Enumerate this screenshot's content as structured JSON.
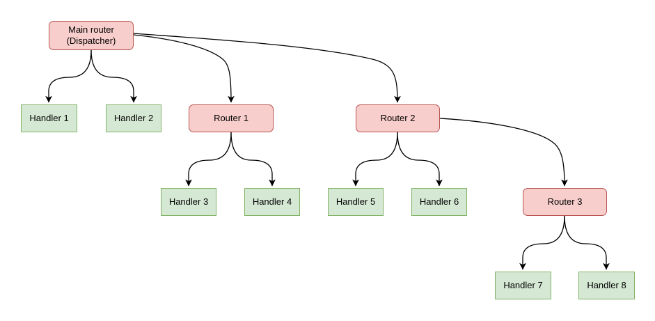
{
  "diagram": {
    "nodes": [
      {
        "id": "main-router",
        "label": "Main router\n(Dispatcher)",
        "type": "router"
      },
      {
        "id": "handler-1",
        "label": "Handler 1",
        "type": "handler"
      },
      {
        "id": "handler-2",
        "label": "Handler 2",
        "type": "handler"
      },
      {
        "id": "router-1",
        "label": "Router 1",
        "type": "router"
      },
      {
        "id": "router-2",
        "label": "Router 2",
        "type": "router"
      },
      {
        "id": "handler-3",
        "label": "Handler 3",
        "type": "handler"
      },
      {
        "id": "handler-4",
        "label": "Handler 4",
        "type": "handler"
      },
      {
        "id": "handler-5",
        "label": "Handler 5",
        "type": "handler"
      },
      {
        "id": "handler-6",
        "label": "Handler 6",
        "type": "handler"
      },
      {
        "id": "router-3",
        "label": "Router 3",
        "type": "router"
      },
      {
        "id": "handler-7",
        "label": "Handler 7",
        "type": "handler"
      },
      {
        "id": "handler-8",
        "label": "Handler 8",
        "type": "handler"
      }
    ],
    "edges": [
      {
        "from": "main-router",
        "to": "handler-1"
      },
      {
        "from": "main-router",
        "to": "handler-2"
      },
      {
        "from": "main-router",
        "to": "router-1"
      },
      {
        "from": "main-router",
        "to": "router-2"
      },
      {
        "from": "router-1",
        "to": "handler-3"
      },
      {
        "from": "router-1",
        "to": "handler-4"
      },
      {
        "from": "router-2",
        "to": "handler-5"
      },
      {
        "from": "router-2",
        "to": "handler-6"
      },
      {
        "from": "router-2",
        "to": "router-3"
      },
      {
        "from": "router-3",
        "to": "handler-7"
      },
      {
        "from": "router-3",
        "to": "handler-8"
      }
    ],
    "colors": {
      "router_fill": "#f8cecc",
      "router_stroke": "#b85450",
      "handler_fill": "#d5e8d4",
      "handler_stroke": "#82b366",
      "edge_stroke": "#000000",
      "text": "#000000",
      "background": "#ffffff"
    }
  }
}
